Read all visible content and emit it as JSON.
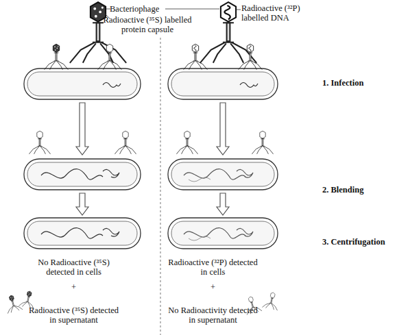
{
  "diagram": {
    "labels": [
      "Bacteriophage",
      "Radioactive (³⁵S) labelled protein capsule",
      "Radioactive (³²P) labelled DNA",
      "1. Infection",
      "2. Blending",
      "3. Centrifugation",
      "No Radioactive (³⁵S) detected in cells",
      "+",
      "Radioactive (³⁵S) detected in supernatant",
      "Radioactive (³²P) detected in cells",
      "+",
      "No Radioactivity detected in supernatant"
    ]
  }
}
